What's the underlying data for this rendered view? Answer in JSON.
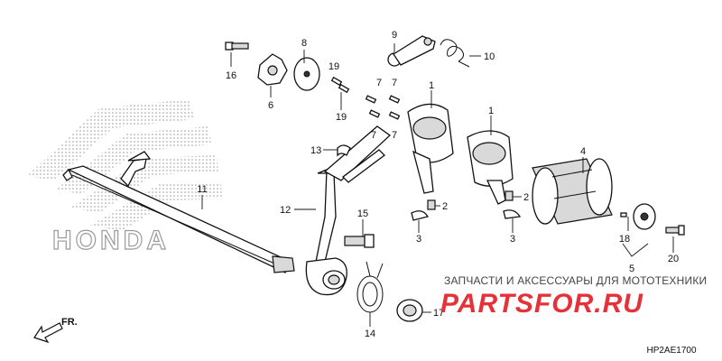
{
  "diagram": {
    "callouts": [
      {
        "id": "c8",
        "text": "8"
      },
      {
        "id": "c16",
        "text": "16"
      },
      {
        "id": "c6",
        "text": "6"
      },
      {
        "id": "c19a",
        "text": "19"
      },
      {
        "id": "c19b",
        "text": "19"
      },
      {
        "id": "c7a",
        "text": "7"
      },
      {
        "id": "c7b",
        "text": "7"
      },
      {
        "id": "c7c",
        "text": "7"
      },
      {
        "id": "c7d",
        "text": "7"
      },
      {
        "id": "c9",
        "text": "9"
      },
      {
        "id": "c10",
        "text": "10"
      },
      {
        "id": "c1a",
        "text": "1"
      },
      {
        "id": "c1b",
        "text": "1"
      },
      {
        "id": "c13",
        "text": "13"
      },
      {
        "id": "c4",
        "text": "4"
      },
      {
        "id": "c11",
        "text": "11"
      },
      {
        "id": "c12",
        "text": "12"
      },
      {
        "id": "c2a",
        "text": "2"
      },
      {
        "id": "c2b",
        "text": "2"
      },
      {
        "id": "c3a",
        "text": "3"
      },
      {
        "id": "c3b",
        "text": "3"
      },
      {
        "id": "c15",
        "text": "15"
      },
      {
        "id": "c18",
        "text": "18"
      },
      {
        "id": "c20",
        "text": "20"
      },
      {
        "id": "c5",
        "text": "5"
      },
      {
        "id": "c17",
        "text": "17"
      },
      {
        "id": "c14",
        "text": "14"
      }
    ],
    "direction_label": "FR.",
    "diagram_code": "HP2AE1700"
  },
  "watermark": {
    "tagline": "ЗАПЧАСТИ И АКСЕССУАРЫ ДЛЯ МОТОТЕХНИКИ",
    "brand": "PARTSFOR.RU",
    "logo_text": "HONDA"
  },
  "colors": {
    "line": "#111111",
    "brand_red": "#e53238",
    "logo_gray": "#9a9a9a"
  }
}
